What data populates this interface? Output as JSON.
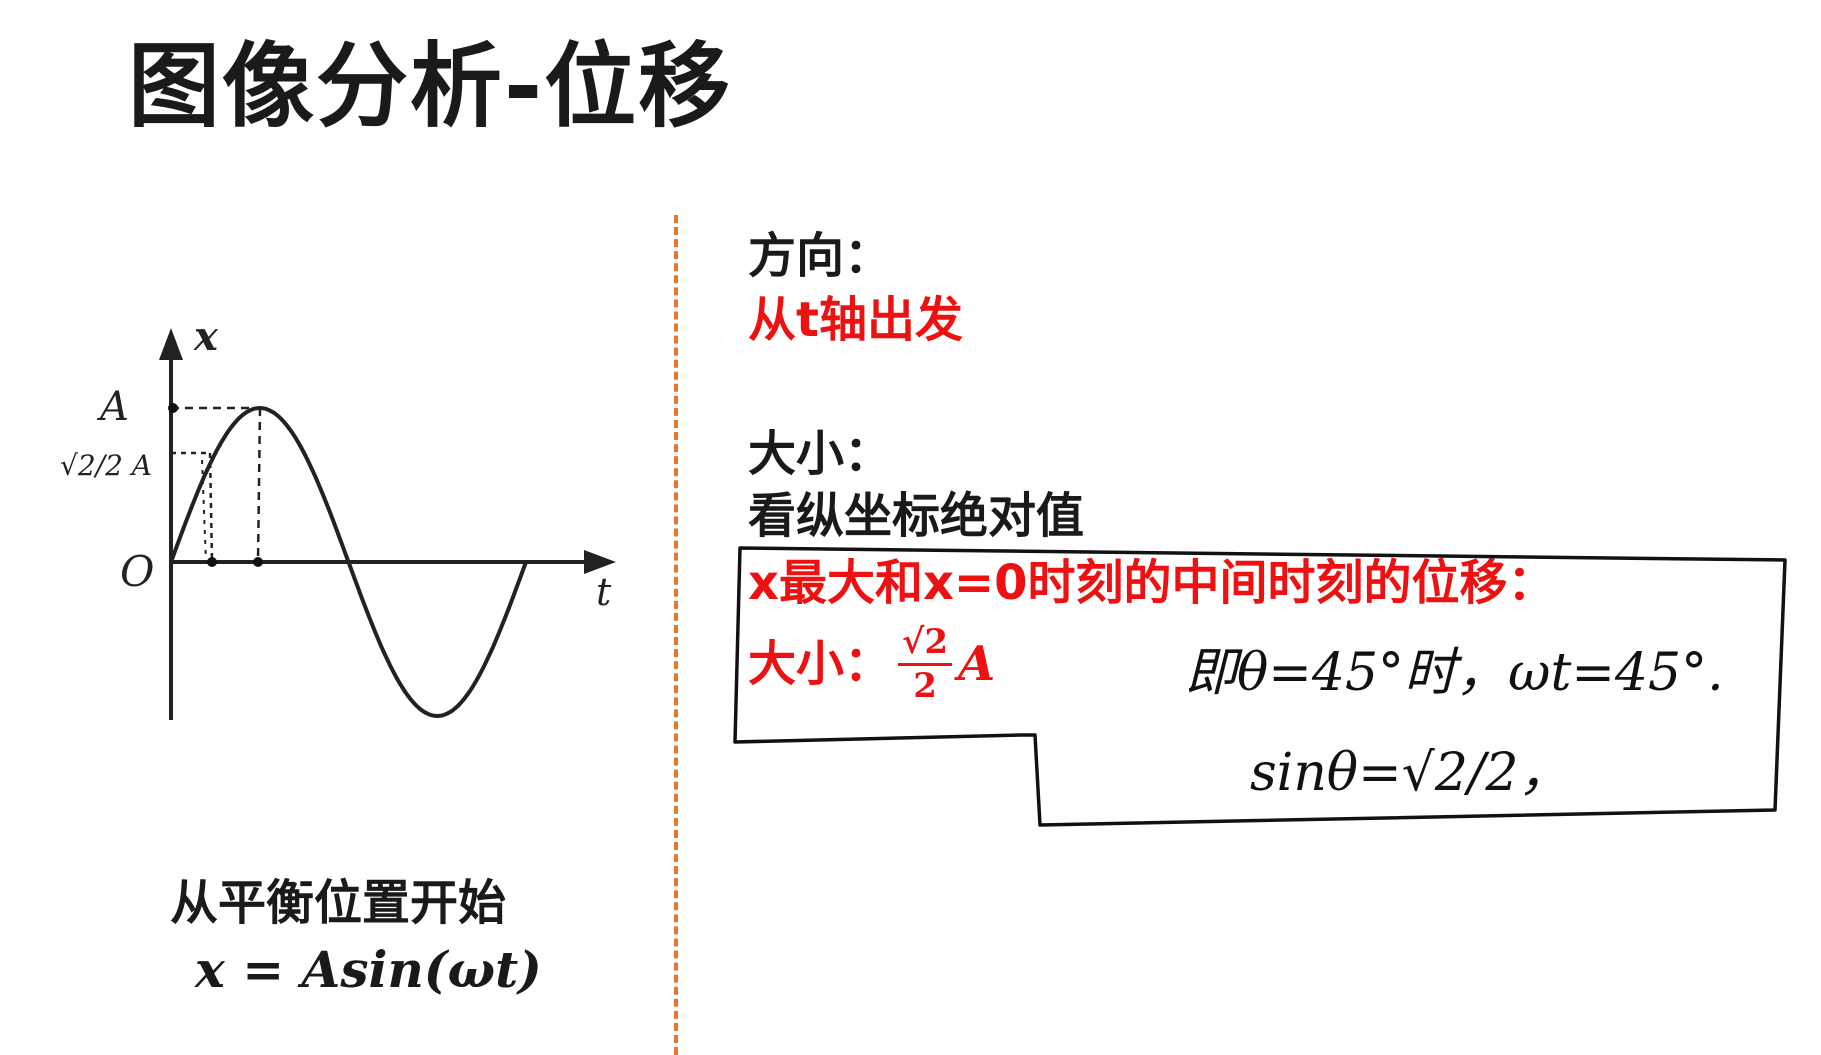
{
  "title": "图像分析-位移",
  "graph": {
    "x_axis_label": "x",
    "t_axis_label": "t",
    "origin_label": "O",
    "amp_label": "A",
    "half_amp_label": "√2/2 A"
  },
  "left": {
    "caption": "从平衡位置开始",
    "formula": "x = Asin(ωt)"
  },
  "right": {
    "direction_heading": "方向：",
    "direction_value": "从t轴出发",
    "magnitude_heading": "大小：",
    "magnitude_value": "看纵坐标绝对值",
    "midpoint_heading": "x最大和x=0时刻的中间时刻的位移：",
    "midpoint_label": "大小：",
    "frac_num": "√2",
    "frac_den": "2",
    "frac_var": "A"
  },
  "handwriting": {
    "line1": "即θ=45°时，ωt=45°.",
    "line2": "sinθ=√2/2，"
  },
  "colors": {
    "accent_red": "#ee1111",
    "divider_orange": "#e8772e"
  }
}
